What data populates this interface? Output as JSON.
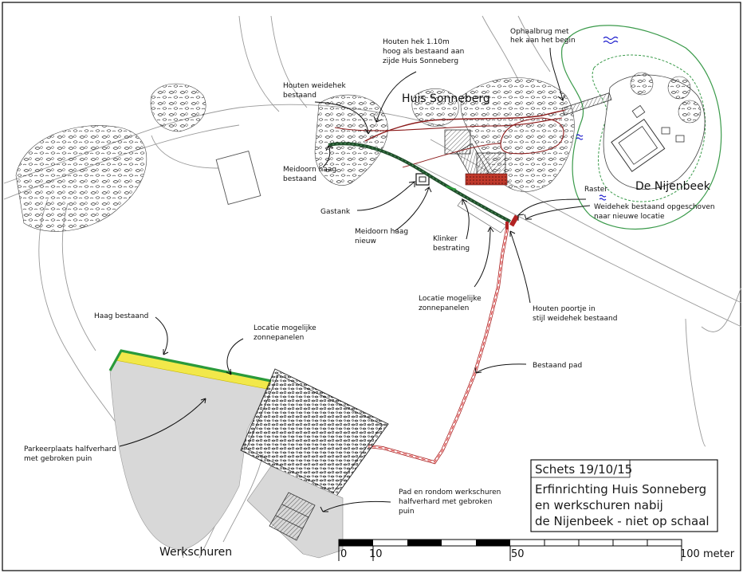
{
  "places": {
    "huis_sonneberg": "Huis Sonneberg",
    "de_nijenbeek": "De Nijenbeek",
    "werkschuren": "Werkschuren"
  },
  "labels": {
    "ophaalbrug": [
      "Ophaalbrug met",
      "hek aan het begin"
    ],
    "houten_hek": [
      "Houten hek 1.10m",
      "hoog als bestaand aan",
      "zijde Huis Sonneberg"
    ],
    "houten_weidehek": [
      "Houten weidehek",
      "bestaand"
    ],
    "meidoorn_bestaand": [
      "Meidoorn haag",
      "bestaand"
    ],
    "gastank": "Gastank",
    "meidoorn_nieuw": [
      "Meidoorn haag",
      "nieuw"
    ],
    "klinker": [
      "Klinker",
      "bestrating"
    ],
    "raster": "Raster",
    "weidehek_opgeschoven": [
      "Weidehek bestaand opgeschoven",
      "naar nieuwe locatie"
    ],
    "locatie_zonnepanelen_1": [
      "Locatie mogelijke",
      "zonnepanelen"
    ],
    "houten_poortje": [
      "Houten poortje in",
      "stijl weidehek bestaand"
    ],
    "haag_bestaand": "Haag bestaand",
    "locatie_zonnepanelen_2": [
      "Locatie mogelijke",
      "zonnepanelen"
    ],
    "bestaand_pad": "Bestaand pad",
    "parkeerplaats": [
      "Parkeerplaats halfverhard",
      "met gebroken puin"
    ],
    "pad_rondom": [
      "Pad en rondom werkschuren",
      "halfverhard met gebroken",
      "puin"
    ]
  },
  "title_block": {
    "line1": "Schets 19/10/15",
    "line2": "Erfinrichting Huis Sonneberg",
    "line3": "en werkschuren nabij",
    "line4": "de Nijenbeek - niet op schaal"
  },
  "scale_bar": {
    "ticks": [
      "0",
      "10",
      "50",
      "100 meter"
    ]
  },
  "colors": {
    "fence_red": "#8b1a1a",
    "hedge_green": "#1f4d2a",
    "path_red": "#e03030",
    "yellow": "#f2e84a",
    "green_border": "#2a9a3a",
    "moat_green": "#3a9a4a",
    "pavement_gray": "#d8d8d8",
    "water_blue": "#1a1acc"
  }
}
